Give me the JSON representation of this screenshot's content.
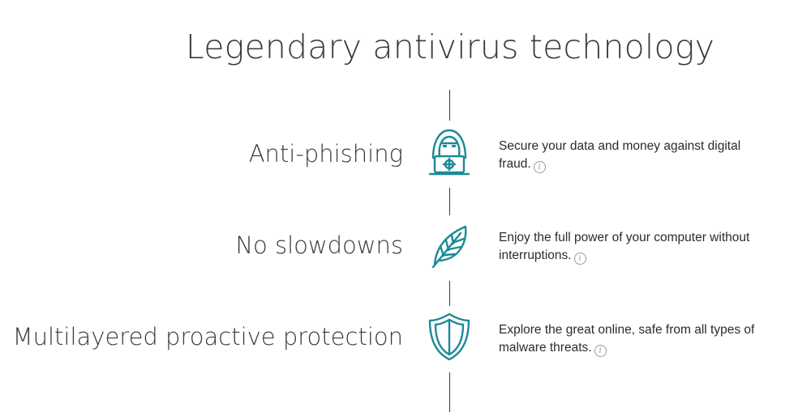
{
  "title": "Legendary antivirus technology",
  "accent_color": "#1b8a96",
  "features": [
    {
      "name": "Anti-phishing",
      "icon": "hacker-icon",
      "description": "Secure your data and money against digital fraud.",
      "info_icon": "info-icon",
      "info_glyph": "i"
    },
    {
      "name": "No slowdowns",
      "icon": "leaf-icon",
      "description": "Enjoy the full power of your computer without interruptions.",
      "info_icon": "info-icon",
      "info_glyph": "i"
    },
    {
      "name": "Multilayered proactive protection",
      "icon": "shield-icon",
      "description": "Explore the great online, safe from all types of malware threats.",
      "info_icon": "info-icon",
      "info_glyph": "i"
    }
  ]
}
